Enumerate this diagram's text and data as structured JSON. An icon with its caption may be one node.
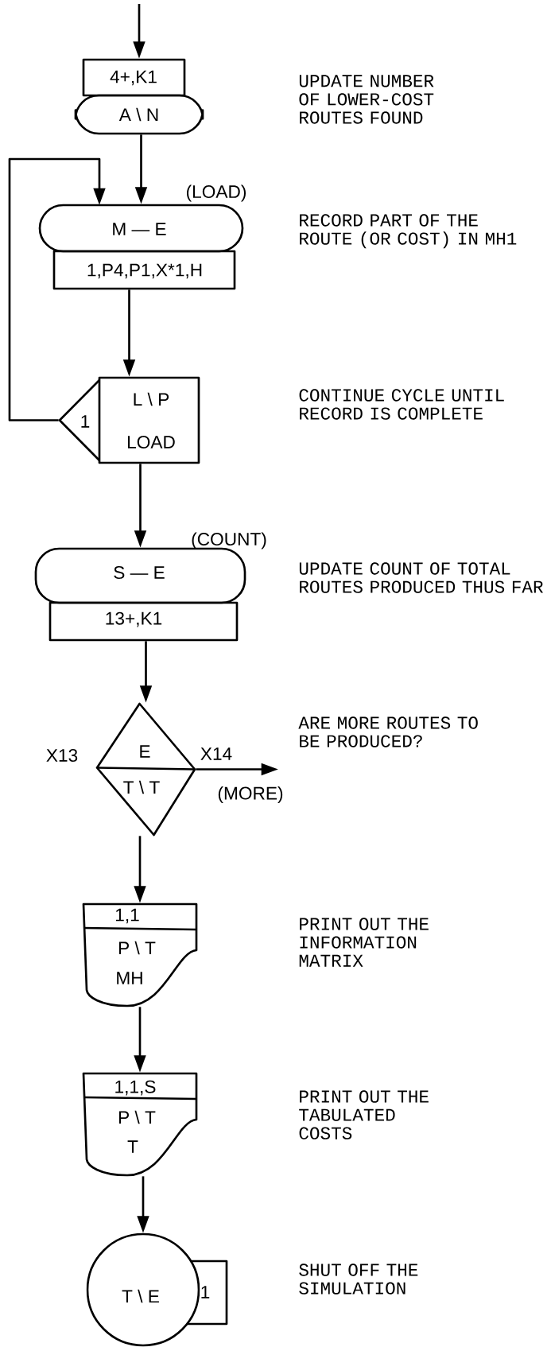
{
  "diagram": {
    "nodes": [
      {
        "text": [
          "4+,K1",
          "A \\ N"
        ]
      },
      {
        "text": [
          "(LOAD)",
          "M — E",
          "1,P4,P1,X*1,H"
        ]
      },
      {
        "text": [
          "L \\ P",
          "LOAD",
          "1"
        ]
      },
      {
        "text": [
          "(COUNT)",
          "S — E",
          "13+,K1"
        ]
      },
      {
        "text": [
          "E",
          "T \\ T"
        ]
      },
      {
        "text": [
          "1,1",
          "P \\ T",
          "MH"
        ]
      },
      {
        "text": [
          "1,1,S",
          "P \\ T",
          "T"
        ]
      },
      {
        "text": [
          "T \\ E",
          "1"
        ]
      }
    ],
    "edges": [
      {
        "from": null,
        "to": 0,
        "arrow": "to"
      },
      {
        "from": 0,
        "to": 1,
        "arrow": "to"
      },
      {
        "from": 1,
        "to": 2,
        "arrow": "to"
      },
      {
        "from": 2,
        "to": 1,
        "arrow": "to"
      },
      {
        "from": 2,
        "to": 3,
        "arrow": "to"
      },
      {
        "from": 3,
        "to": 4,
        "arrow": "to"
      },
      {
        "from": 4,
        "to": null,
        "arrow": "to",
        "label": "(MORE)"
      },
      {
        "from": 4,
        "to": 5,
        "arrow": "to"
      },
      {
        "from": 5,
        "to": 6,
        "arrow": "to"
      },
      {
        "from": 6,
        "to": 7,
        "arrow": "to"
      }
    ],
    "labels": [
      "UPDATE NUMBER OF LOWER-COST ROUTES FOUND",
      "RECORD PART OF THE ROUTE (OR COST) IN MH1",
      "CONTINUE CYCLE UNTIL RECORD IS COMPLETE",
      "UPDATE COUNT OF TOTAL ROUTES PRODUCED THUS FAR",
      "ARE MORE ROUTES TO BE PRODUCED?",
      "X13",
      "X14",
      "PRINT OUT THE INFORMATION MATRIX",
      "PRINT OUT THE TABULATED COSTS",
      "SHUT OFF THE SIMULATION"
    ]
  }
}
